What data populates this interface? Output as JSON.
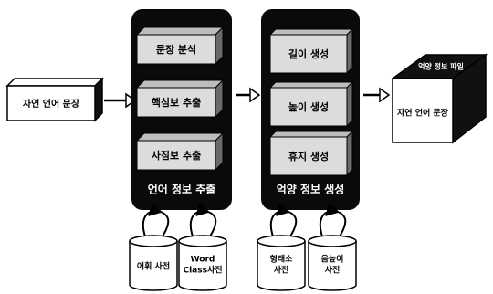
{
  "diagram": {
    "input_box": {
      "label": "자연 언어 문장"
    },
    "panel_left": {
      "steps": [
        "문장 분석",
        "핵심보 추출",
        "사짐보 추출"
      ],
      "title": "언어 정보 추출"
    },
    "panel_right": {
      "steps": [
        "길이 생성",
        "높이 생성",
        "휴지 생성"
      ],
      "title": "억양 정보 생성"
    },
    "output_box": {
      "label_top": "억양 정보 파일",
      "label_front": "자연 언어 문장"
    },
    "databases": [
      {
        "line1": "어휘 사전",
        "line2": ""
      },
      {
        "line1": "Word",
        "line2": "Class사전"
      },
      {
        "line1": "형태소",
        "line2": "사전"
      },
      {
        "line1": "음높이",
        "line2": "사전"
      }
    ]
  },
  "colors": {
    "panel": "#0a0a0a",
    "step_box": "#dcdcdc",
    "box_face": "#ffffff",
    "box_side": "#111111",
    "stroke": "#000000",
    "panel_text": "#ffffff"
  }
}
